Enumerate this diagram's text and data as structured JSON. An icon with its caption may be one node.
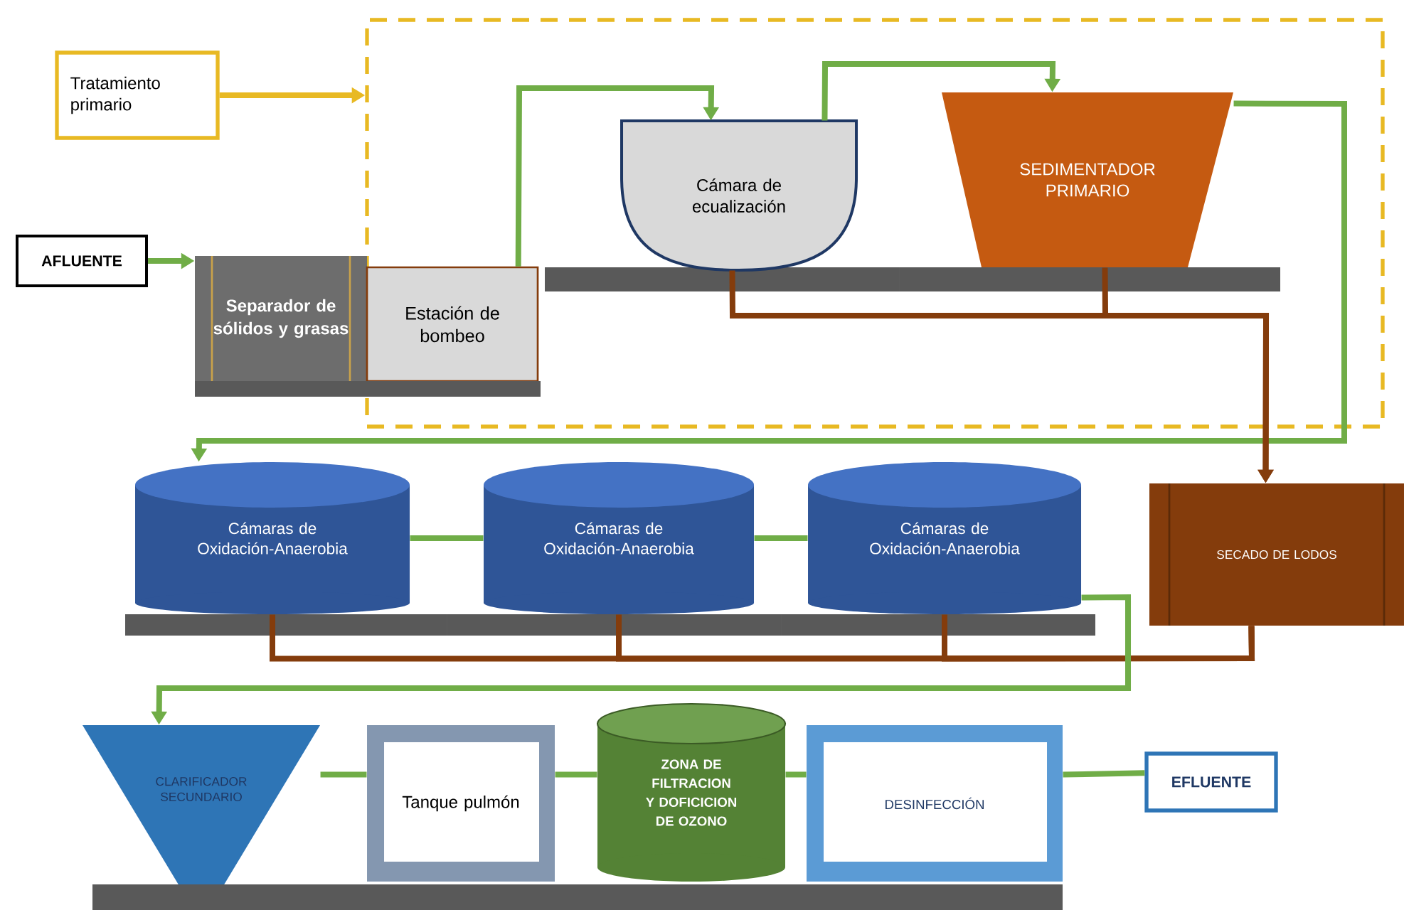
{
  "diagram": {
    "nodes": [
      {
        "text": [
          "Tratamiento primario"
        ]
      },
      {
        "text": [],
        "shape": "box"
      },
      {
        "text": [
          "AFLUENTE"
        ]
      },
      {
        "text": [
          "Separador de sólidos y grasas"
        ]
      },
      {
        "text": [
          "Estación de bombeo"
        ],
        "in": 1
      },
      {
        "text": [
          "Cámara de ecualización"
        ],
        "in": 1
      },
      {
        "text": [
          "SEDIMENTADOR PRIMARIO"
        ],
        "in": 1
      },
      {
        "text": [
          "Cámaras de Oxidación-Anaerobia"
        ]
      },
      {
        "text": [
          "Cámaras de Oxidación-Anaerobia"
        ]
      },
      {
        "text": [
          "Cámaras de Oxidación-Anaerobia"
        ]
      },
      {
        "text": [
          "SECADO DE LODOS"
        ]
      },
      {
        "text": [
          "CLARIFICADOR SECUNDARIO"
        ]
      },
      {
        "text": [
          "Tanque pulmón"
        ]
      },
      {
        "text": [
          "ZONA DE FILTRACION Y DOFICICION DE OZONO"
        ]
      },
      {
        "text": [
          "DESINFECCIÓN"
        ]
      },
      {
        "text": [
          "EFLUENTE"
        ]
      },
      {
        "text": [],
        "shape": "bar"
      },
      {
        "text": [],
        "shape": "bar"
      }
    ],
    "edges": [
      {
        "from": 0,
        "to": 1,
        "arrow": "to",
        "color": "#e8b923"
      },
      {
        "from": 2,
        "to": 3,
        "arrow": "to"
      },
      {
        "from": 4,
        "to": 5,
        "arrow": "to"
      },
      {
        "from": 5,
        "to": 6,
        "arrow": "to"
      },
      {
        "from": 6,
        "to": 7,
        "arrow": "to"
      },
      {
        "from": 5,
        "to": 10,
        "arrow": "to",
        "color": "#843c0c"
      },
      {
        "from": 6,
        "to": 10,
        "arrow": "to",
        "color": "#843c0c"
      },
      {
        "from": 7,
        "to": 8,
        "arrow": "none"
      },
      {
        "from": 8,
        "to": 9,
        "arrow": "none"
      },
      {
        "from": 7,
        "to": 10,
        "arrow": "none",
        "color": "#843c0c"
      },
      {
        "from": 8,
        "to": 10,
        "arrow": "none",
        "color": "#843c0c"
      },
      {
        "from": 9,
        "to": 10,
        "arrow": "none",
        "color": "#843c0c"
      },
      {
        "from": 9,
        "to": 11,
        "arrow": "to"
      },
      {
        "from": 11,
        "to": 12,
        "arrow": "none"
      },
      {
        "from": 12,
        "to": 13,
        "arrow": "none"
      },
      {
        "from": 13,
        "to": 14,
        "arrow": "none"
      },
      {
        "from": 14,
        "to": 15,
        "arrow": "none"
      }
    ]
  }
}
